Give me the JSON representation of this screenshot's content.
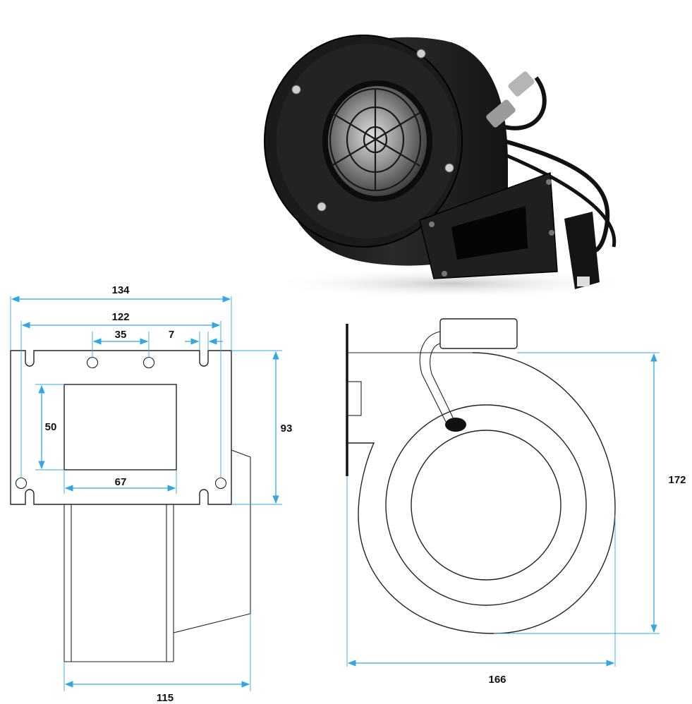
{
  "dimensions": {
    "overall_width": "134",
    "hole_spacing": "122",
    "top_holes_spacing": "35",
    "slot_width": "7",
    "outlet_height": "50",
    "flange_height": "93",
    "outlet_width": "67",
    "body_depth": "115",
    "overall_height": "172",
    "overall_length": "166"
  },
  "colors": {
    "dimension_line": "#35a7e0",
    "outline": "#222222",
    "product_body": "#1e1e1e"
  },
  "icons": {
    "arrowhead": "dimension-arrow-icon",
    "photo": "blower-fan-photo"
  }
}
